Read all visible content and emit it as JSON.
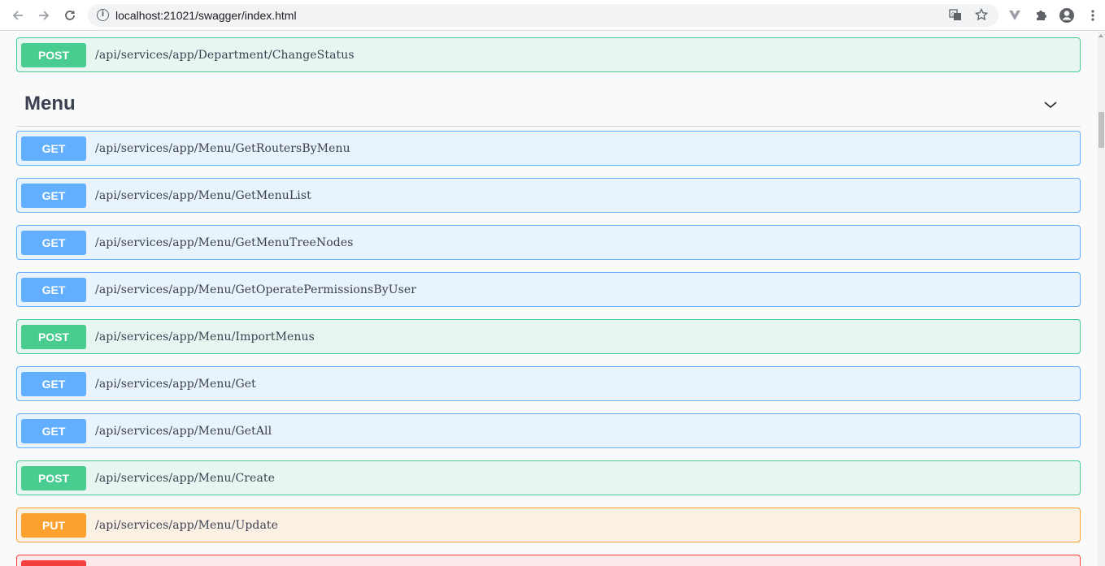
{
  "browser": {
    "url": "localhost:21021/swagger/index.html",
    "back_icon": "arrow-left-icon",
    "forward_icon": "arrow-right-icon",
    "reload_icon": "reload-icon"
  },
  "top_operation": {
    "method": "POST",
    "path": "/api/services/app/Department/ChangeStatus"
  },
  "section": {
    "title": "Menu"
  },
  "operations": [
    {
      "method": "GET",
      "path": "/api/services/app/Menu/GetRoutersByMenu"
    },
    {
      "method": "GET",
      "path": "/api/services/app/Menu/GetMenuList"
    },
    {
      "method": "GET",
      "path": "/api/services/app/Menu/GetMenuTreeNodes"
    },
    {
      "method": "GET",
      "path": "/api/services/app/Menu/GetOperatePermissionsByUser"
    },
    {
      "method": "POST",
      "path": "/api/services/app/Menu/ImportMenus"
    },
    {
      "method": "GET",
      "path": "/api/services/app/Menu/Get"
    },
    {
      "method": "GET",
      "path": "/api/services/app/Menu/GetAll"
    },
    {
      "method": "POST",
      "path": "/api/services/app/Menu/Create"
    },
    {
      "method": "PUT",
      "path": "/api/services/app/Menu/Update"
    }
  ],
  "colors": {
    "get": "#61affe",
    "post": "#49cc90",
    "put": "#fca130",
    "delete": "#f93e3e"
  }
}
